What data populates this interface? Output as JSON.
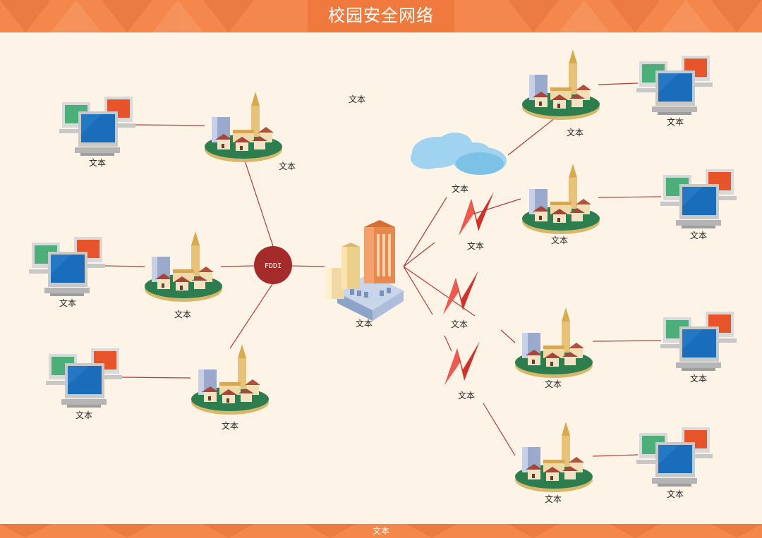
{
  "title": "校园安全网络",
  "footer": "文本",
  "hub_label": "FDDI",
  "labels": {
    "pc_left_1": "文本",
    "pc_left_2": "文本",
    "pc_left_3": "文本",
    "campus_left_1": "文本",
    "campus_left_2": "文本",
    "campus_left_3": "文本",
    "floating": "文本",
    "center_building": "文本",
    "cloud": "文本",
    "bolt_1": "文本",
    "bolt_2": "文本",
    "bolt_3": "文本",
    "campus_right_1": "文本",
    "campus_right_2": "文本",
    "campus_right_3": "文本",
    "campus_right_4": "文本",
    "pc_right_1": "文本",
    "pc_right_2": "文本",
    "pc_right_3": "文本",
    "pc_right_4": "文本"
  },
  "colors": {
    "banner": "#f4874b",
    "banner_dark": "#e4733a",
    "background": "#fdf3e7",
    "line": "#b83a3a",
    "hub": "#a52a2a",
    "ground": "#2e7d4f",
    "monitor_blue": "#1a6dba",
    "monitor_green": "#4caf7a",
    "monitor_orange": "#e8542a",
    "cloud": "#9fd3ef"
  },
  "icons": [
    "computer-group-icon",
    "campus-icon",
    "office-building-icon",
    "cloud-icon",
    "lightning-icon",
    "fddi-hub-icon"
  ]
}
